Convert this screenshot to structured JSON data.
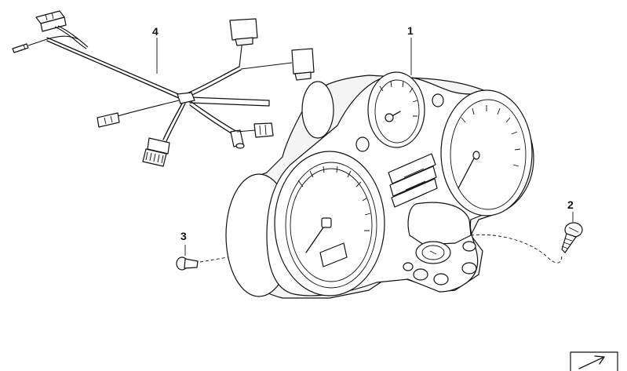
{
  "callouts": [
    {
      "id": "callout-1",
      "label": "1"
    },
    {
      "id": "callout-2",
      "label": "2"
    },
    {
      "id": "callout-3",
      "label": "3"
    },
    {
      "id": "callout-4",
      "label": "4"
    }
  ],
  "parts": {
    "instrument_cluster": {
      "callout": "1"
    },
    "screw_right": {
      "callout": "2"
    },
    "screw_left": {
      "callout": "3"
    },
    "wiring_harness": {
      "callout": "4"
    }
  }
}
